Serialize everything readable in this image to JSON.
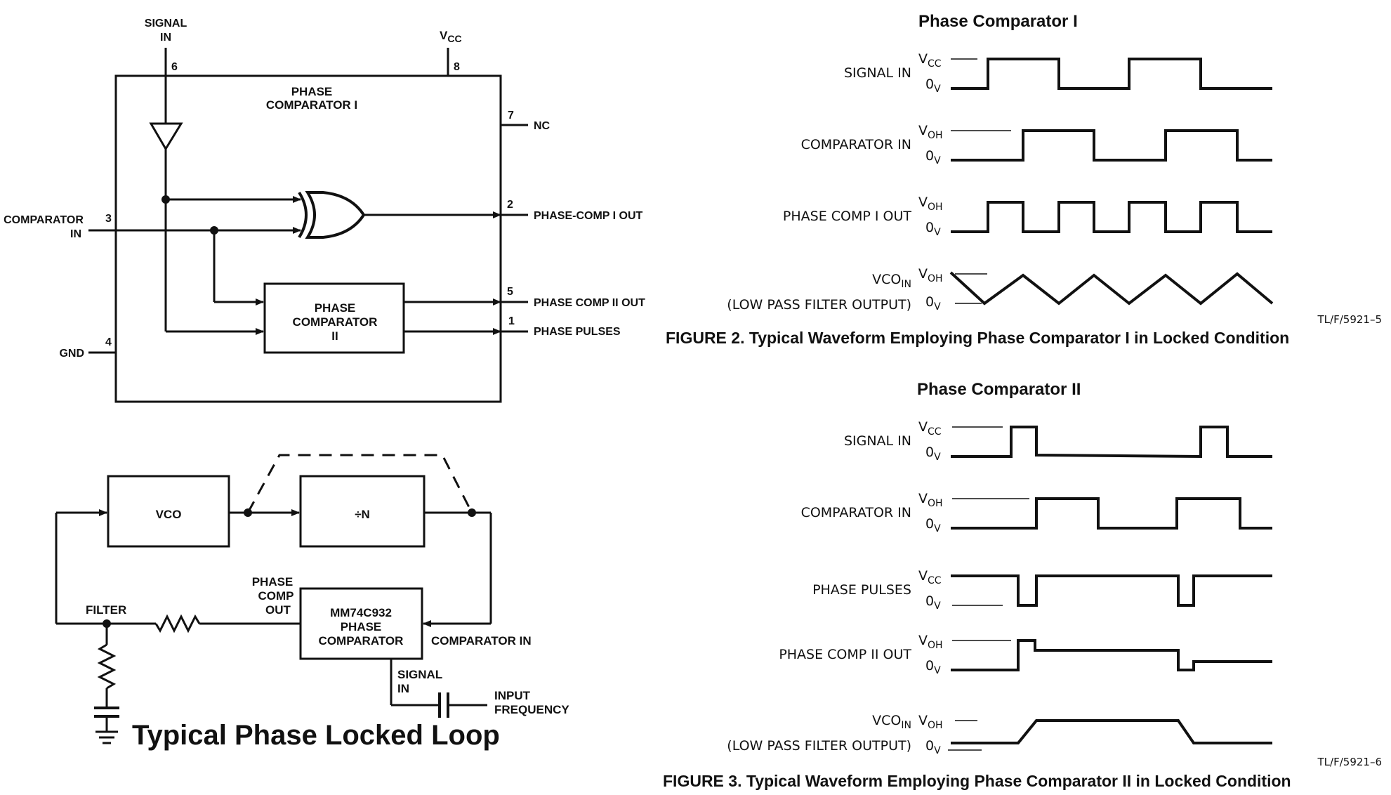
{
  "block": {
    "signal_in_1": "SIGNAL",
    "signal_in_2": "IN",
    "vcc": "V",
    "vcc_sub": "CC",
    "pin6": "6",
    "pin8": "8",
    "pin7": "7",
    "pin2": "2",
    "pin3": "3",
    "pin5": "5",
    "pin1": "1",
    "pin4": "4",
    "nc": "NC",
    "pc1_title_1": "PHASE",
    "pc1_title_2": "COMPARATOR I",
    "comparator_in_1": "COMPARATOR",
    "comparator_in_2": "IN",
    "gnd": "GND",
    "pc2_box_1": "PHASE",
    "pc2_box_2": "COMPARATOR",
    "pc2_box_3": "II",
    "out_pc1": "PHASE-COMP I OUT",
    "out_pc2": "PHASE COMP II OUT",
    "out_pulses": "PHASE PULSES"
  },
  "pll": {
    "vco": "VCO",
    "divide": "÷N",
    "filter": "FILTER",
    "pc_out_1": "PHASE",
    "pc_out_2": "COMP",
    "pc_out_3": "OUT",
    "chip_1": "MM74C932",
    "chip_2": "PHASE",
    "chip_3": "COMPARATOR",
    "comparator_in": "COMPARATOR IN",
    "signal_in_1": "SIGNAL",
    "signal_in_2": "IN",
    "input_freq_1": "INPUT",
    "input_freq_2": "FREQUENCY",
    "title": "Typical Phase Locked Loop"
  },
  "fig2": {
    "heading": "Phase Comparator I",
    "rows": [
      {
        "label": "SIGNAL IN",
        "high": "V",
        "high_sub": "CC",
        "low": "0",
        "low_sub": "V"
      },
      {
        "label": "COMPARATOR IN",
        "high": "V",
        "high_sub": "OH",
        "low": "0",
        "low_sub": "V"
      },
      {
        "label": "PHASE COMP I OUT",
        "high": "V",
        "high_sub": "OH",
        "low": "0",
        "low_sub": "V"
      },
      {
        "label": "VCO",
        "label_sub": "IN",
        "label2": "(LOW PASS FILTER OUTPUT)",
        "high": "V",
        "high_sub": "OH",
        "low": "0",
        "low_sub": "V"
      }
    ],
    "ref": "TL/F/5921–5",
    "caption": "FIGURE 2. Typical Waveform Employing Phase Comparator I in Locked Condition"
  },
  "fig3": {
    "heading": "Phase Comparator II",
    "rows": [
      {
        "label": "SIGNAL IN",
        "high": "V",
        "high_sub": "CC",
        "low": "0",
        "low_sub": "V"
      },
      {
        "label": "COMPARATOR IN",
        "high": "V",
        "high_sub": "OH",
        "low": "0",
        "low_sub": "V"
      },
      {
        "label": "PHASE PULSES",
        "high": "V",
        "high_sub": "CC",
        "low": "0",
        "low_sub": "V"
      },
      {
        "label": "PHASE COMP II OUT",
        "high": "V",
        "high_sub": "OH",
        "low": "0",
        "low_sub": "V"
      },
      {
        "label": "VCO",
        "label_sub": "IN",
        "label2": "(LOW PASS FILTER OUTPUT)",
        "high": "V",
        "high_sub": "OH",
        "low": "0",
        "low_sub": "V"
      }
    ],
    "ref": "TL/F/5921–6",
    "caption": "FIGURE 3. Typical Waveform Employing Phase Comparator II in Locked Condition"
  }
}
